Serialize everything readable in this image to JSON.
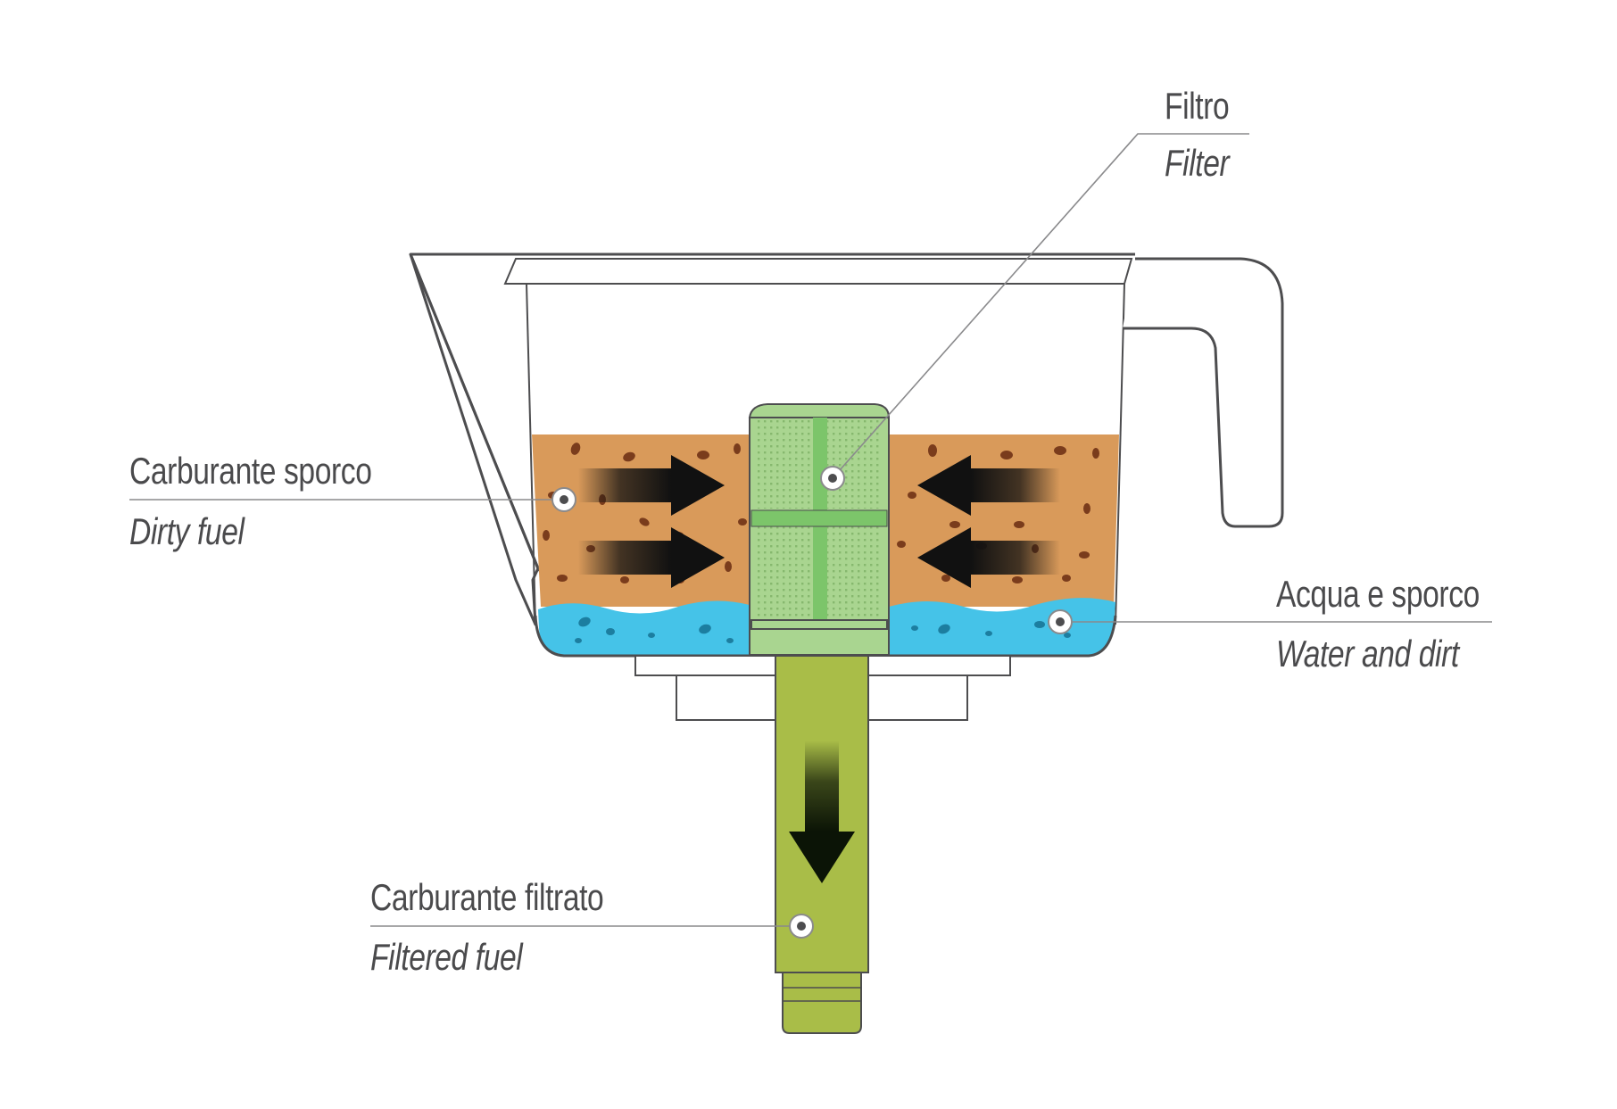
{
  "labels": {
    "filter": {
      "it": "Filtro",
      "en": "Filter"
    },
    "dirty_fuel": {
      "it": "Carburante sporco",
      "en": "Dirty fuel"
    },
    "water_dirt": {
      "it": "Acqua e sporco",
      "en": "Water and dirt"
    },
    "filtered_fuel": {
      "it": "Carburante filtrato",
      "en": "Filtered fuel"
    }
  },
  "colors": {
    "outline": "#4d4d4f",
    "dirty_fuel": "#d99a5a",
    "dirt_particles": "#7a3c1c",
    "water": "#45c3e8",
    "water_particles": "#1c7ea0",
    "filter_body": "#a9d590",
    "filter_ribs": "#7cc56a",
    "outlet_pipe": "#a9bd48",
    "arrow": "#111111",
    "label_text": "#4a4a4c"
  },
  "icons": {
    "flow_arrow": "arrow-icon",
    "callout_dot": "dot-icon"
  }
}
